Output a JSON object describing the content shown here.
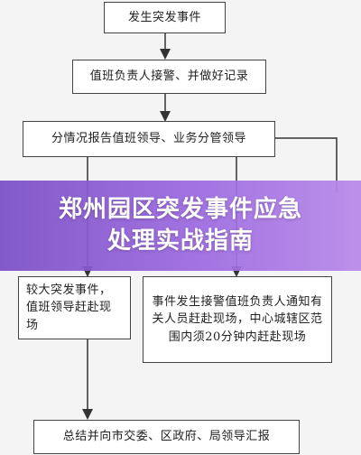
{
  "flowchart": {
    "steps": {
      "incident": "发生突发事件",
      "duty_alarm": "值班负责人接警、并做好记录",
      "report_leaders": "分情况报告值班领导、业务分管领导",
      "major_incident": "较大突发事件，值班领导赶赴现场",
      "notify_personnel": "事件发生接警值班负责人通知有关人员赶赴现场，中心城辖区范围内须20分钟内赶赴现场",
      "summary_report": "总结并向市交委、区政府、局领导汇报"
    }
  },
  "banner": {
    "title_line1": "郑州园区突发事件应急",
    "title_line2": "处理实战指南"
  },
  "colors": {
    "banner_start": "#7a4fc7",
    "banner_end": "#b889ea",
    "line": "#333333",
    "box_border": "#444444"
  }
}
